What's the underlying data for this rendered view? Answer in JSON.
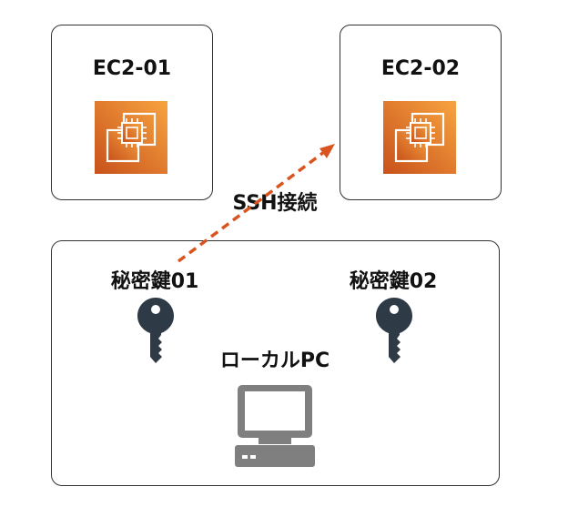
{
  "instances": [
    {
      "name": "EC2-01",
      "icon": "ec2-instance-icon"
    },
    {
      "name": "EC2-02",
      "icon": "ec2-instance-icon"
    }
  ],
  "connection": {
    "label": "SSH接続",
    "color": "#d9541e",
    "style": "dashed-arrow"
  },
  "local": {
    "label": "ローカルPC",
    "icon": "computer-icon",
    "keys": [
      {
        "label": "秘密鍵01",
        "icon": "key-icon"
      },
      {
        "label": "秘密鍵02",
        "icon": "key-icon"
      }
    ]
  },
  "colors": {
    "ec2_gradient_start": "#c8511b",
    "ec2_gradient_end": "#f7a440",
    "key": "#2e3a46",
    "computer": "#7f7f7f",
    "border": "#333333"
  }
}
